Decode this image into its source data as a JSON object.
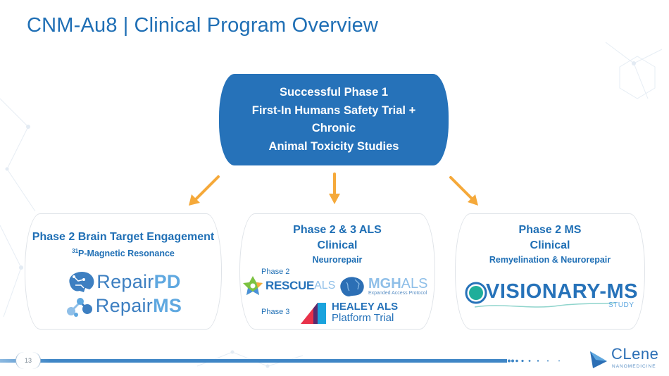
{
  "slide": {
    "title_left": "CNM-Au8",
    "title_sep": "|",
    "title_right": "Clinical Program Overview",
    "page_number": "13"
  },
  "top_box": {
    "lines": [
      "Successful Phase 1",
      "First-In Humans Safety Trial +",
      "Chronic",
      "Animal Toxicity Studies"
    ]
  },
  "cards": [
    {
      "heading": "Phase 2 Brain Target Engagement",
      "sub_sup": "31",
      "sub": "P-Magnetic Resonance",
      "logos": [
        {
          "name": "repair-pd-logo",
          "text_light": "Repair",
          "text_bold": "PD"
        },
        {
          "name": "repair-ms-logo",
          "text_light": "Repair",
          "text_bold": "MS"
        }
      ]
    },
    {
      "heading1": "Phase 2 & 3 ALS",
      "heading2": "Clinical",
      "sub": "Neurorepair",
      "phase2_label": "Phase 2",
      "phase3_label": "Phase 3",
      "rescue_bold": "RESCUE",
      "rescue_light": "ALS",
      "mgh_bold": "MGH",
      "mgh_light": "ALS",
      "mgh_sub": "Expanded Access Protocol",
      "healey_line1": "HEALEY ALS",
      "healey_line2": "Platform Trial"
    },
    {
      "heading1": "Phase 2 MS",
      "heading2": "Clinical",
      "sub": "Remyelination & Neurorepair",
      "visionary": "VISIONARY-MS",
      "visionary_sub": "STUDY"
    }
  ],
  "brand": {
    "name": "CLene",
    "tagline": "NANOMEDICINE"
  },
  "colors": {
    "primary_blue": "#2672b9",
    "title_blue": "#1f6fb5",
    "arrow_orange": "#f5a93a"
  }
}
